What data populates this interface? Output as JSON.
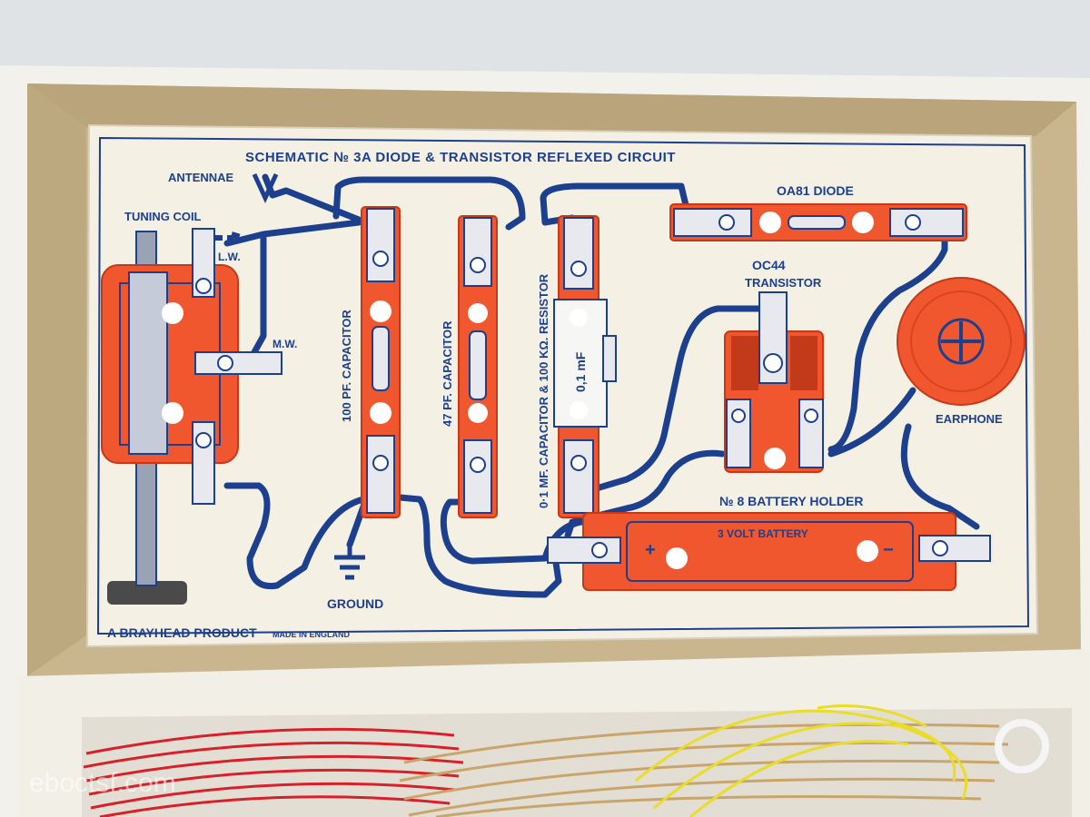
{
  "schematic": {
    "title": "SCHEMATIC № 3A  DIODE & TRANSISTOR  REFLEXED  CIRCUIT",
    "labels": {
      "antennae": "ANTENNAE",
      "tuning_coil": "TUNING COIL",
      "lw": "L.W.",
      "mw": "M.W.",
      "cap100": "100 PF. CAPACITOR",
      "cap47": "47 PF. CAPACITOR",
      "cap_resistor": "0·1 MF. CAPACITOR & 100 KΩ. RESISTOR",
      "capacitor_value": "0,1 mF",
      "diode": "OA81  DIODE",
      "transistor_name": "OC44",
      "transistor": "TRANSISTOR",
      "earphone": "EARPHONE",
      "battery_holder": "№ 8  BATTERY HOLDER",
      "battery": "3 VOLT BATTERY",
      "ground": "GROUND",
      "plus": "+",
      "minus": "−"
    },
    "footer": {
      "brand": "A BRAYHEAD PRODUCT",
      "made_in": "MADE IN ENGLAND"
    }
  },
  "watermark": "eboctsf.com",
  "colors": {
    "board": "#f5f0e4",
    "ink": "#1c3f8e",
    "component": "#f1572e",
    "box": "#c9b68f",
    "tray": "#f2efe6",
    "red_wire": "#d8202a",
    "yellow_wire": "#e9dd2a",
    "tan_wire": "#c9a56b"
  }
}
